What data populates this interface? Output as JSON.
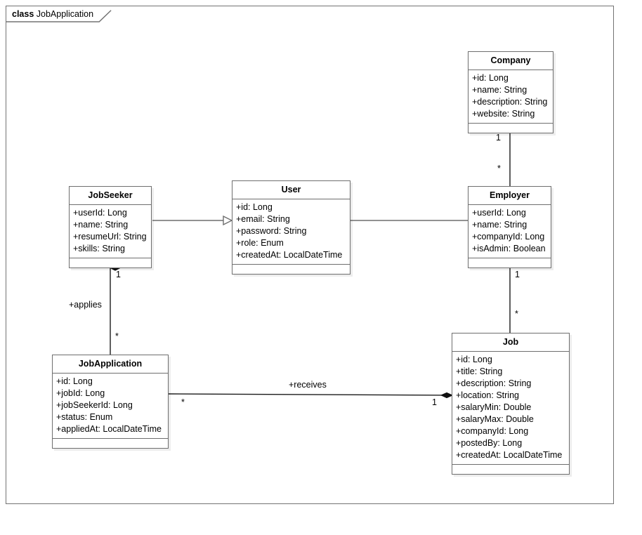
{
  "diagram": {
    "frame_label_keyword": "class",
    "frame_label_name": "JobApplication",
    "type": "uml-class-diagram"
  },
  "classes": {
    "company": {
      "name": "Company",
      "attributes": [
        "+id: Long",
        "+name: String",
        "+description: String",
        "+website: String"
      ],
      "methods": []
    },
    "user": {
      "name": "User",
      "attributes": [
        "+id: Long",
        "+email: String",
        "+password: String",
        "+role: Enum",
        "+createdAt: LocalDateTime"
      ],
      "methods": []
    },
    "jobseeker": {
      "name": "JobSeeker",
      "attributes": [
        "+userId: Long",
        "+name: String",
        "+resumeUrl: String",
        "+skills: String"
      ],
      "methods": []
    },
    "employer": {
      "name": "Employer",
      "attributes": [
        "+userId: Long",
        "+name: String",
        "+companyId: Long",
        "+isAdmin: Boolean"
      ],
      "methods": []
    },
    "job": {
      "name": "Job",
      "attributes": [
        "+id: Long",
        "+title: String",
        "+description: String",
        "+location: String",
        "+salaryMin: Double",
        "+salaryMax: Double",
        "+companyId: Long",
        "+postedBy: Long",
        "+createdAt: LocalDateTime"
      ],
      "methods": []
    },
    "jobapplication": {
      "name": "JobApplication",
      "attributes": [
        "+id: Long",
        "+jobId: Long",
        "+jobSeekerId: Long",
        "+status: Enum",
        "+appliedAt: LocalDateTime"
      ],
      "methods": []
    }
  },
  "relationships": {
    "company_employer": {
      "kind": "composition",
      "from": "Employer",
      "to": "Company",
      "label": "",
      "source_multiplicity": "*",
      "target_multiplicity": "1"
    },
    "jobseeker_user": {
      "kind": "generalization",
      "from": "JobSeeker",
      "to": "User",
      "label": "",
      "source_multiplicity": "",
      "target_multiplicity": ""
    },
    "employer_user": {
      "kind": "generalization",
      "from": "Employer",
      "to": "User",
      "label": "",
      "source_multiplicity": "",
      "target_multiplicity": ""
    },
    "jobseeker_jobapplication": {
      "kind": "composition",
      "from": "JobApplication",
      "to": "JobSeeker",
      "label": "+applies",
      "source_multiplicity": "*",
      "target_multiplicity": "1"
    },
    "employer_job": {
      "kind": "composition",
      "from": "Job",
      "to": "Employer",
      "label": "",
      "source_multiplicity": "*",
      "target_multiplicity": "1"
    },
    "jobapplication_job": {
      "kind": "composition",
      "from": "JobApplication",
      "to": "Job",
      "label": "+receives",
      "source_multiplicity": "*",
      "target_multiplicity": "1"
    }
  },
  "colors": {
    "border": "#6e6e6e",
    "line": "#1a1a1a",
    "background": "#ffffff",
    "text": "#000000"
  }
}
